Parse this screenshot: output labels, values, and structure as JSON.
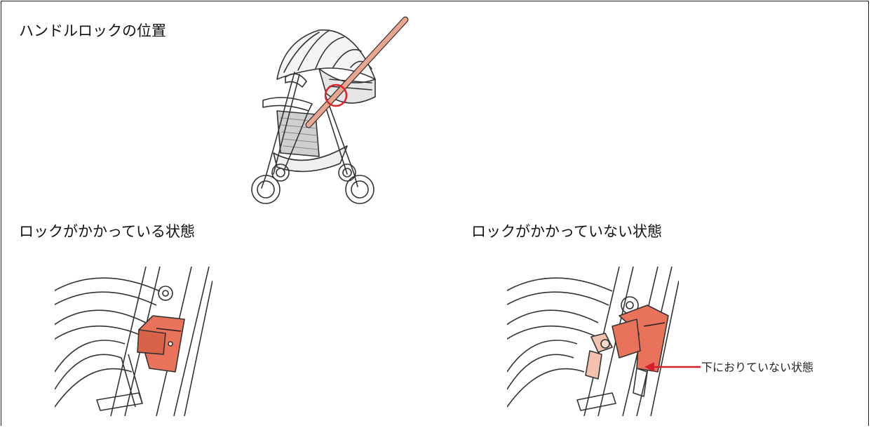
{
  "headings": {
    "handle_lock_position": "ハンドルロックの位置",
    "locked_state": "ロックがかかっている状態",
    "unlocked_state": "ロックがかかっていない状態"
  },
  "callouts": {
    "not_lowered": "下におりていない状態"
  },
  "colors": {
    "accent_part": "#e8735a",
    "handle_bar": "#eaa58e",
    "highlight_circle": "#e0202a",
    "arrow": "#d4202a",
    "line_art": "#333333"
  },
  "icons": {
    "stroller": "stroller-illustration",
    "locked_detail": "handle-lock-locked-illustration",
    "unlocked_detail": "handle-lock-unlocked-illustration"
  }
}
